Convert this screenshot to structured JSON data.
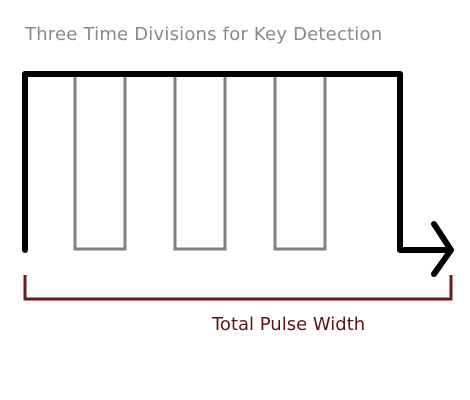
{
  "title": "Three Time Divisions for Key Detection",
  "measure_label": "Total Pulse Width",
  "time_divisions": 3,
  "colors": {
    "title": "#8a8a8a",
    "pulse": "#000000",
    "divisions": "#808080",
    "bracket": "#6b1a1a",
    "label": "#5e1414"
  }
}
